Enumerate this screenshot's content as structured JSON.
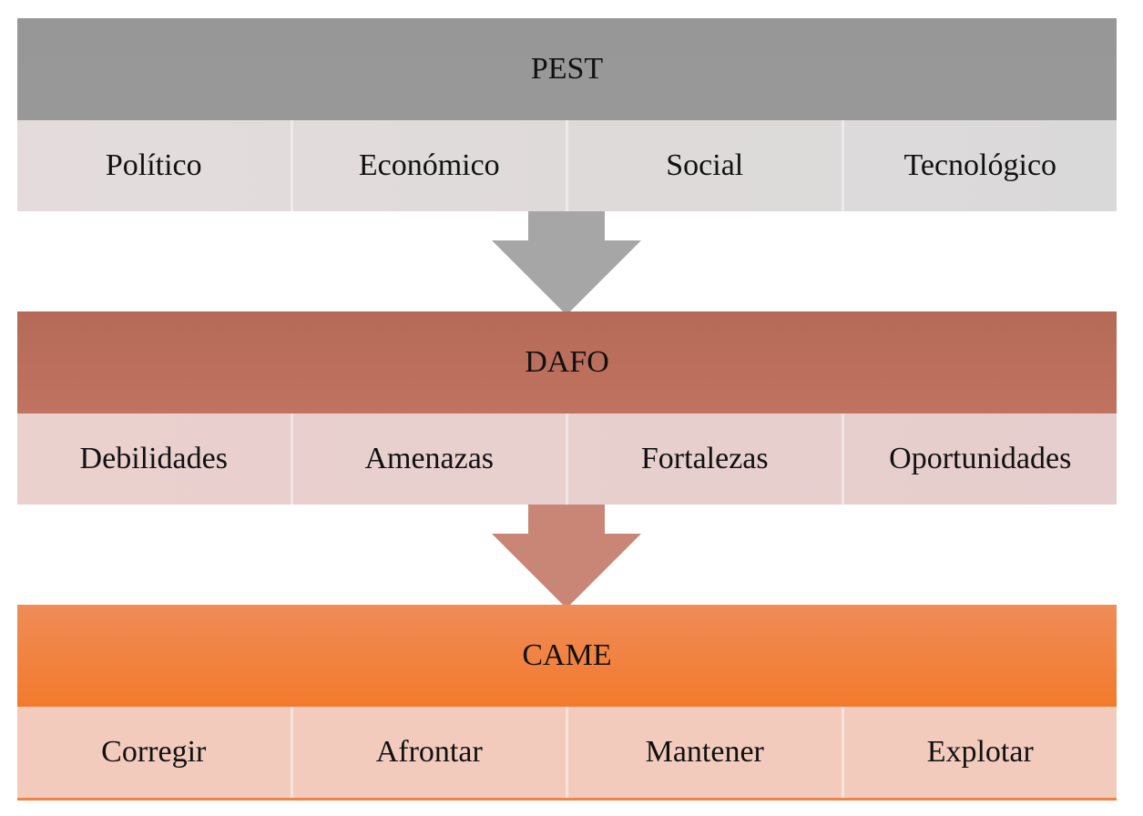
{
  "blocks": [
    {
      "title": "PEST",
      "items": [
        "Político",
        "Económico",
        "Social",
        "Tecnológico"
      ]
    },
    {
      "title": "DAFO",
      "items": [
        "Debilidades",
        "Amenazas",
        "Fortalezas",
        "Oportunidades"
      ]
    },
    {
      "title": "CAME",
      "items": [
        "Corregir",
        "Afrontar",
        "Mantener",
        "Explotar"
      ]
    }
  ],
  "colors": {
    "pest_header": "#979797",
    "dafo_header": "#b56a58",
    "came_header": "#f37a2c",
    "arrow_1": "#a6a6a6",
    "arrow_2": "#c98676"
  },
  "icons": [
    "down-arrow-icon",
    "down-arrow-icon"
  ]
}
